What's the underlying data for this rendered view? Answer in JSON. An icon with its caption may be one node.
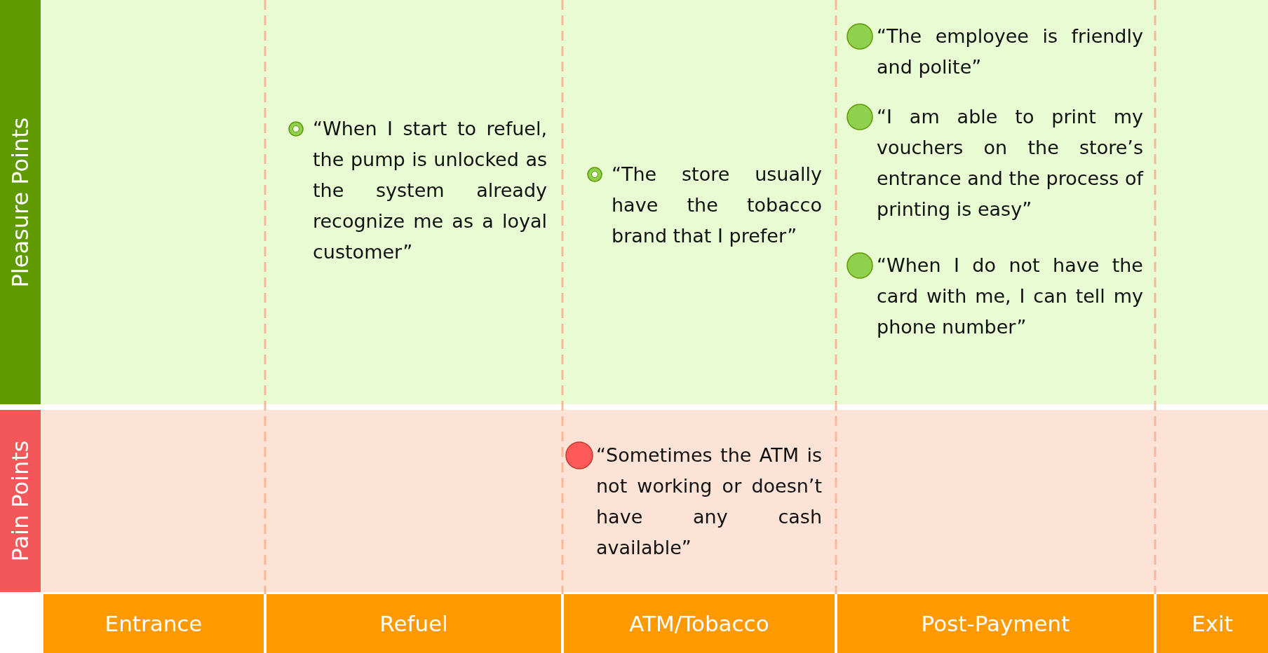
{
  "diagram": {
    "nodes": [
      {
        "text": [
          "Pleasure Points"
        ]
      },
      {
        "text": [
          "Pain Points"
        ]
      },
      {
        "text": [
          "Entrance"
        ]
      },
      {
        "text": [
          "Refuel"
        ]
      },
      {
        "text": [
          "ATM/Tobacco"
        ]
      },
      {
        "text": [
          "Post-Payment"
        ]
      },
      {
        "text": [
          "Exit"
        ]
      },
      {
        "text": [
          "“When I start to refuel, the pump is unlocked as the system already recognize me as a loyal customer”"
        ],
        "in": 0
      },
      {
        "text": [
          "“The store usually have the tobacco brand that I prefer”"
        ],
        "in": 0
      },
      {
        "text": [
          "“The employee is friendly and polite”"
        ],
        "in": 0
      },
      {
        "text": [
          "“I am able to print my vouchers on the store’s entrance and the process of printing is easy”"
        ],
        "in": 0
      },
      {
        "text": [
          "“When I do not have the card with me, I can tell my phone number”"
        ],
        "in": 0
      },
      {
        "text": [
          "“Sometimes the ATM is not working or doesn’t have any cash available”"
        ],
        "in": 1
      }
    ]
  }
}
